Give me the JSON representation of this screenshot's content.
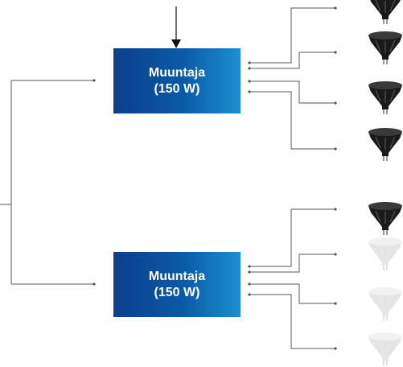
{
  "transformers": [
    {
      "line1": "Muuntaja",
      "line2": "(150 W)"
    },
    {
      "line1": "Muuntaja",
      "line2": "(150 W)"
    }
  ],
  "lamps": [
    {
      "state": "on"
    },
    {
      "state": "on"
    },
    {
      "state": "on"
    },
    {
      "state": "on"
    },
    {
      "state": "on"
    },
    {
      "state": "off"
    },
    {
      "state": "off"
    },
    {
      "state": "off"
    }
  ],
  "colors": {
    "box_dark": "#0b3f8c",
    "box_light": "#1b8fd1",
    "line": "#555555",
    "lamp_on": "#1a1a1a",
    "lamp_off": "#e6e6e6"
  }
}
